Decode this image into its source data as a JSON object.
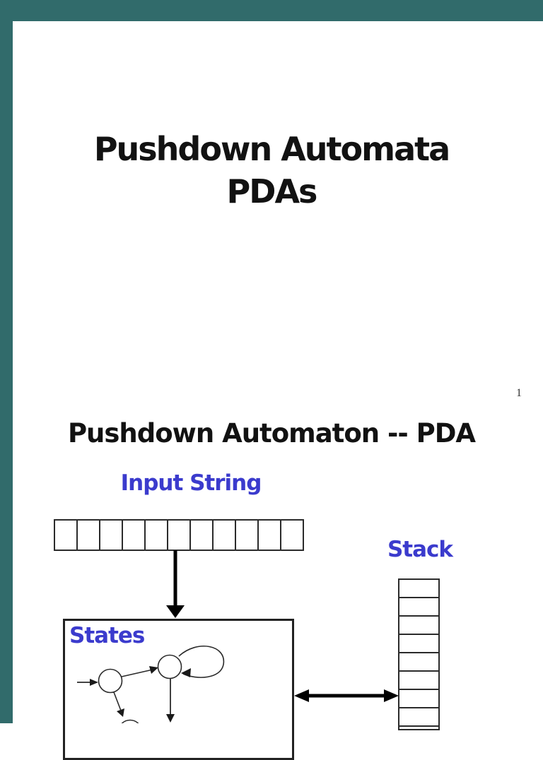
{
  "viewer": {
    "background_color": "#316b6b",
    "page_color": "#ffffff"
  },
  "slide1": {
    "title_line1": "Pushdown Automata",
    "title_line2": "PDAs",
    "page_number": "1"
  },
  "slide2": {
    "heading": "Pushdown Automaton -- PDA",
    "input_string_label": "Input String",
    "stack_label": "Stack",
    "states_label": "States",
    "label_color": "#3b3bcd",
    "input_tape_cell_count": 11,
    "stack_row_count": 8
  }
}
